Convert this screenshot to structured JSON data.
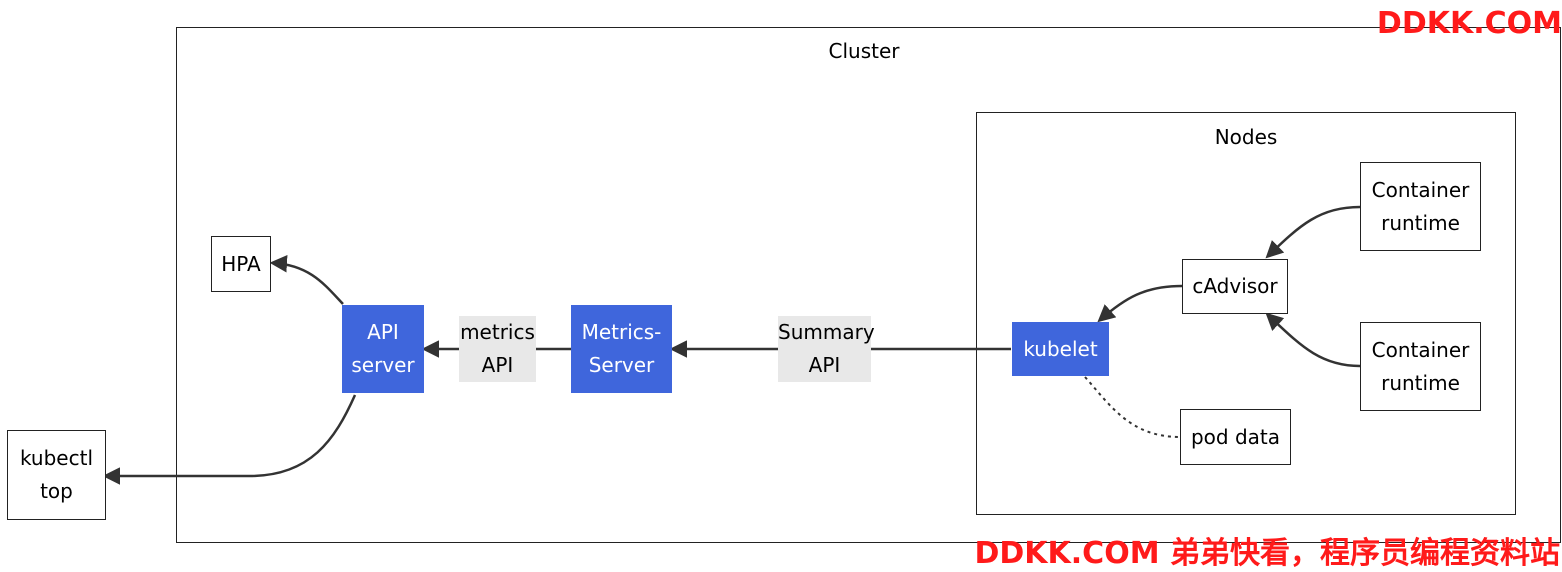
{
  "clusters": {
    "cluster": "Cluster",
    "nodes": "Nodes"
  },
  "nodes": {
    "hpa": "HPA",
    "api_server": "API\nserver",
    "kubectl_top": "kubectl\ntop",
    "metrics_server": "Metrics-\nServer",
    "kubelet": "kubelet",
    "cadvisor": "cAdvisor",
    "container_runtime_1": "Container\nruntime",
    "container_runtime_2": "Container\nruntime",
    "pod_data": "pod data"
  },
  "edge_labels": {
    "metrics_api": "metrics\nAPI",
    "summary_api": "Summary\nAPI"
  },
  "watermarks": {
    "top": "DDKK.COM",
    "bottom": "DDKK.COM 弟弟快看，程序员编程资料站"
  },
  "colors": {
    "highlight_node": "#3f66dc",
    "edge": "#333333",
    "edge_label_bg": "#e8e8e8",
    "watermark": "#ff1a1a"
  }
}
